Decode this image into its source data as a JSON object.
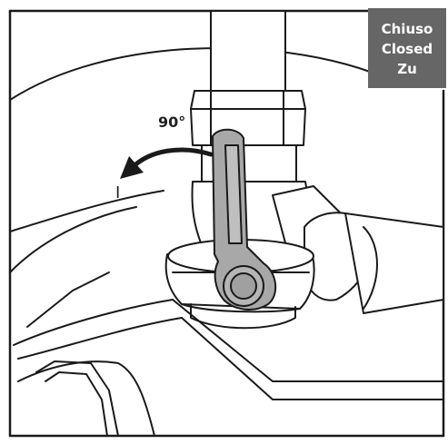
{
  "status_labels": [
    "Chiuso",
    "Closed",
    "Zu"
  ],
  "rotation_label": "90°",
  "position_marker": "I",
  "colors": {
    "handle": "#a8a8a8",
    "label_background": "#666666",
    "label_text": "#ffffff",
    "line": "#1a1a1a"
  },
  "icons": [
    "rotate-arrow-icon"
  ]
}
